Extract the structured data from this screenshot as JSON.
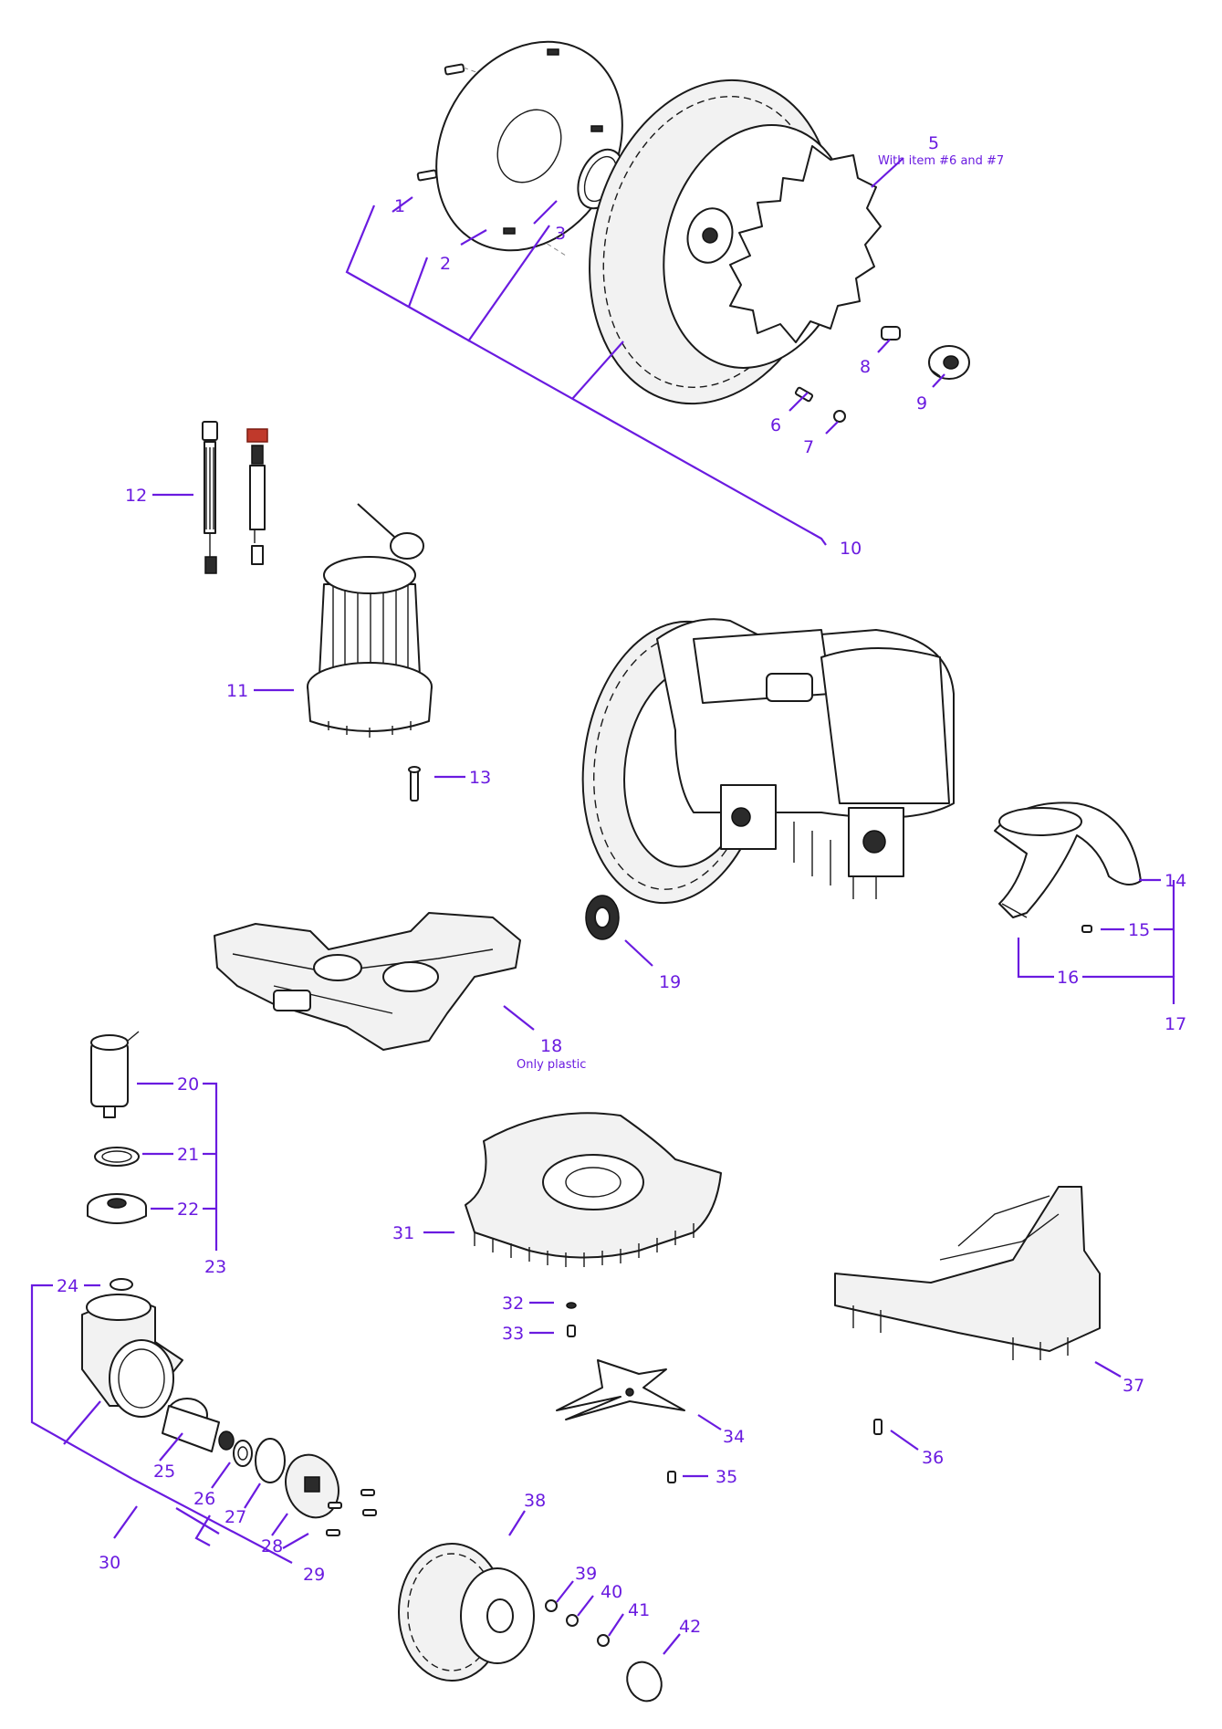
{
  "callouts": {
    "c1": "1",
    "c2": "2",
    "c3": "3",
    "c5": "5",
    "c5_note": "With item #6 and #7",
    "c6": "6",
    "c7": "7",
    "c8": "8",
    "c9": "9",
    "c10": "10",
    "c11": "11",
    "c12": "12",
    "c13": "13",
    "c14": "14",
    "c15": "15",
    "c16": "16",
    "c17": "17",
    "c18": "18",
    "c18_note": "Only plastic",
    "c19": "19",
    "c20": "20",
    "c21": "21",
    "c22": "22",
    "c23": "23",
    "c24": "24",
    "c25": "25",
    "c26": "26",
    "c27": "27",
    "c28": "28",
    "c29": "29",
    "c30": "30",
    "c31": "31",
    "c32": "32",
    "c33": "33",
    "c34": "34",
    "c35": "35",
    "c36": "36",
    "c37": "37",
    "c38": "38",
    "c39": "39",
    "c40": "40",
    "c41": "41",
    "c42": "42"
  },
  "colors": {
    "callout": "#6a1be0",
    "line_art": "#1a1a1a"
  }
}
